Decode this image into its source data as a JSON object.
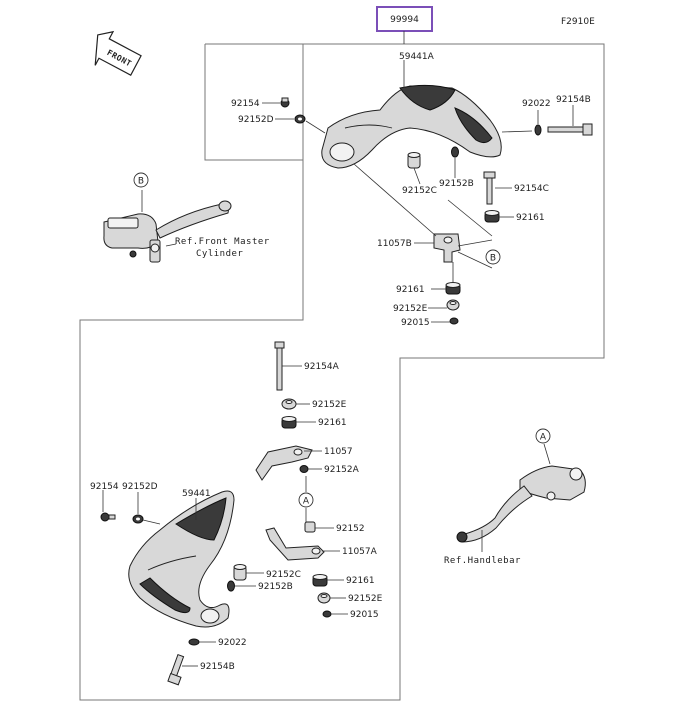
{
  "figure_code": "F2910E",
  "assembly_number": "99994",
  "highlight_color": "#7b4fb8",
  "front_arrow_text": "FRONT",
  "ref_markers": {
    "a": "A",
    "b": "B"
  },
  "references": {
    "front_master_cylinder_line1": "Ref.Front Master",
    "front_master_cylinder_line2": "Cylinder",
    "handlebar": "Ref.Handlebar"
  },
  "upper_group": {
    "guard": "59441A",
    "screw_left": "92154",
    "collar_left": "92152D",
    "washer_right": "92022",
    "bolt_right": "92154B",
    "collar_c": "92152C",
    "collar_b": "92152B",
    "bolt_c": "92154C",
    "damper_upper": "92161",
    "bracket": "11057B",
    "damper_lower": "92161",
    "collar_e": "92152E",
    "nut": "92015"
  },
  "lower_group": {
    "bolt_a": "92154A",
    "collar_e_top": "92152E",
    "damper_top": "92161",
    "bracket_upper": "11057",
    "collar_a": "92152A",
    "screw": "92154",
    "collar_d": "92152D",
    "guard": "59441",
    "collar": "92152",
    "bracket_lower": "11057A",
    "collar_c": "92152C",
    "collar_b": "92152B",
    "damper_bottom": "92161",
    "collar_e_bottom": "92152E",
    "nut": "92015",
    "washer": "92022",
    "bolt_b": "92154B"
  }
}
